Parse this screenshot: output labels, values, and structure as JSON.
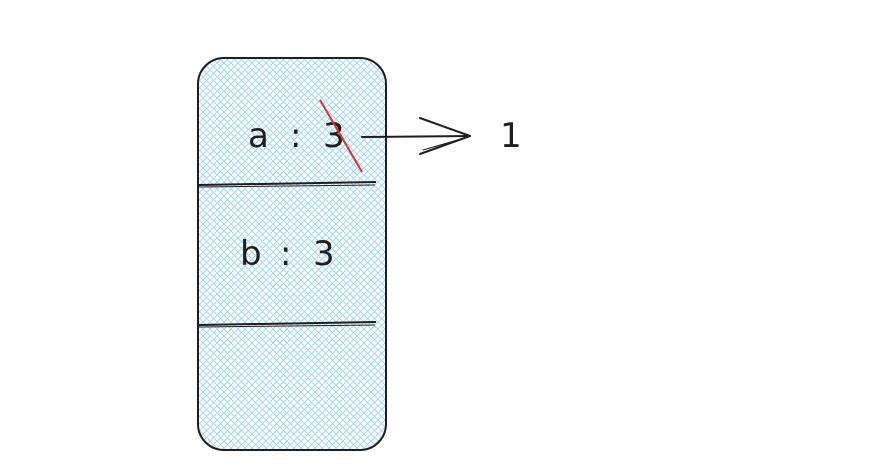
{
  "diagram": {
    "cells": [
      {
        "key": "a",
        "separator": ":",
        "value": "3",
        "value_struck": true
      },
      {
        "key": "b",
        "separator": ":",
        "value": "3",
        "value_struck": false
      },
      {
        "key": "",
        "separator": "",
        "value": "",
        "value_struck": false
      }
    ],
    "arrow_target": "1"
  },
  "colors": {
    "fill": "#a5d8ff",
    "stroke": "#1e1e1e",
    "strike": "#e03131"
  }
}
